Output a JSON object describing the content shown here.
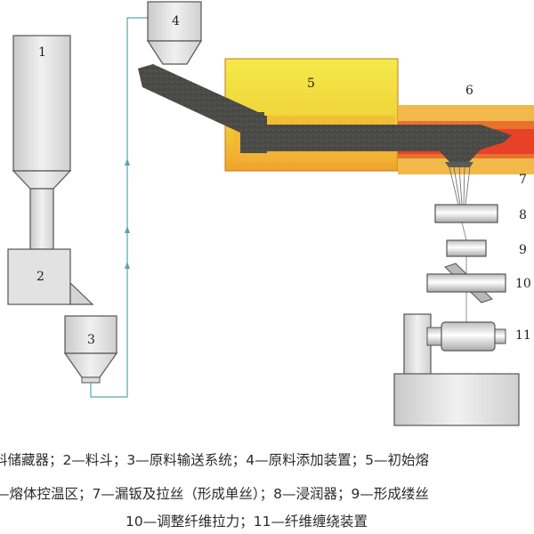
{
  "labels": {
    "l1": "1",
    "l2": "2",
    "l3": "3",
    "l4": "4",
    "l5": "5",
    "l6": "6",
    "l7": "7",
    "l8": "8",
    "l9": "9",
    "l10": "10",
    "l11": "11"
  },
  "caption": {
    "line1": "料储藏器；2—料斗；3—原料输送系统；4—原料添加装置；5—初始熔",
    "line2": "—熔体控温区；7—漏钣及拉丝（形成单丝）；8—浸润器；9—形成缕丝",
    "line3": "10—调整纤维拉力；11—纤维缠绕装置"
  },
  "colors": {
    "melt_outer": "#f59a2e",
    "melt_middle": "#f1c232",
    "melt_inner": "#f6e84a",
    "temp_zone": "#e8472a",
    "glass": "#4a4a46",
    "equipment_fill": "#e4e4e4",
    "equipment_stroke": "#555555",
    "conveyor_line": "#5aa6a6"
  }
}
